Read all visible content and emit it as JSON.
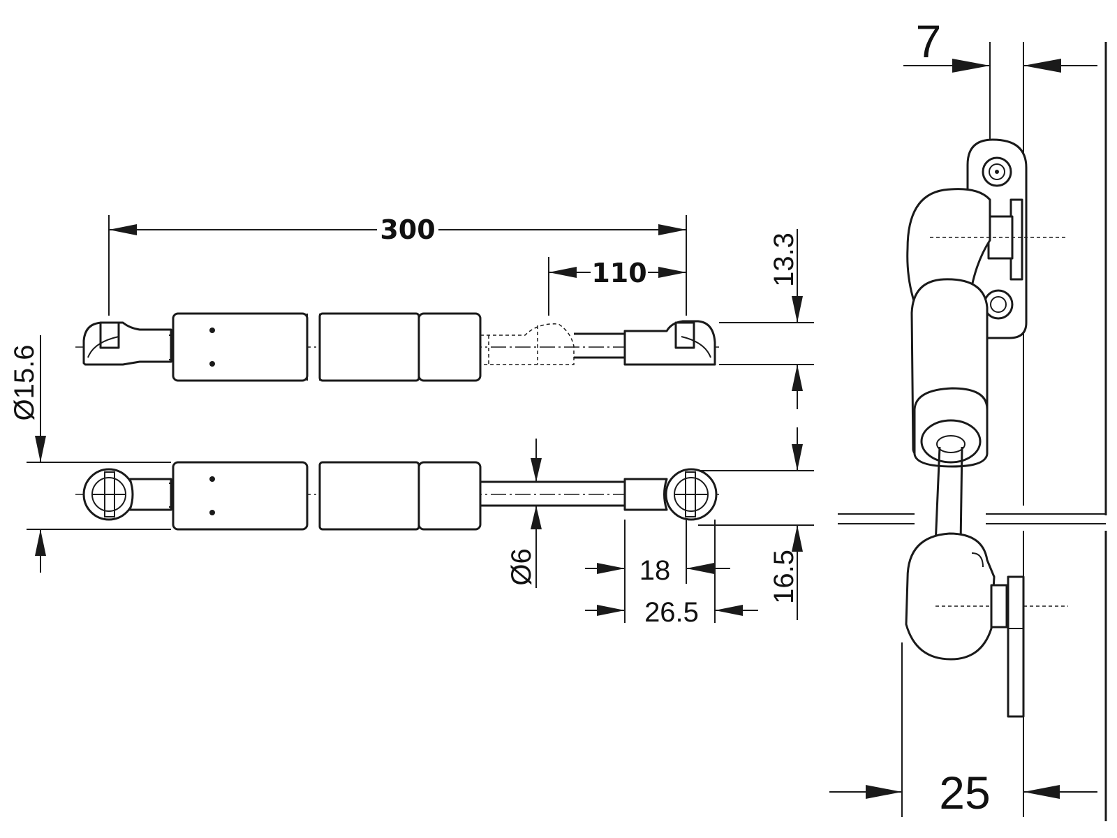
{
  "dimensions": {
    "stroke_length": "300",
    "stroke_110": "110",
    "body_diameter": "Ø15.6",
    "rod_diameter": "Ø6",
    "end_length_18": "18",
    "end_length_26_5": "26.5",
    "offset_13_3": "13.3",
    "offset_16_5": "16.5",
    "bracket_7": "7",
    "bracket_25": "25"
  },
  "colors": {
    "line": "#1a1a1a",
    "background": "#ffffff"
  }
}
